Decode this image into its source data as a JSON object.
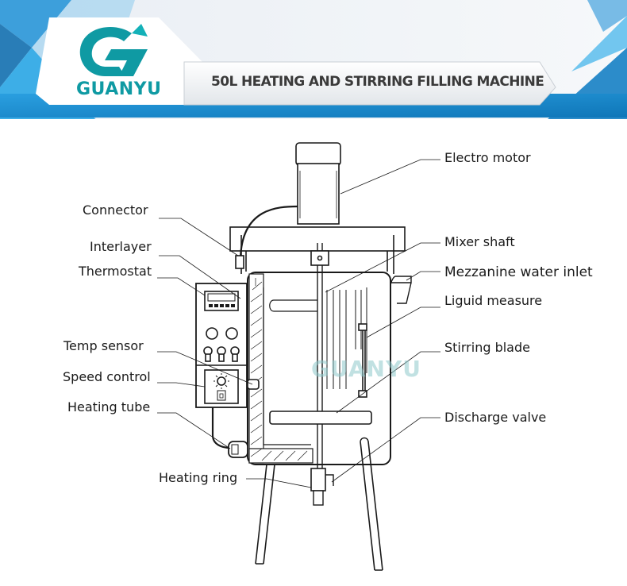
{
  "header": {
    "brand_name": "GUANYU",
    "title": "50L HEATING AND STIRRING FILLING MACHINE",
    "brand_color": "#0f9aa3",
    "banner_color": "#1b8fd0"
  },
  "watermark": {
    "brand_name": "GUANYU"
  },
  "diagram": {
    "labels_left": [
      "Connector",
      "Interlayer",
      "Thermostat",
      "Temp sensor",
      "Speed control",
      "Heating tube",
      "Heating ring"
    ],
    "labels_right": [
      "Electro motor",
      "Mixer shaft",
      "Mezzanine water inlet",
      "Liguid measure",
      "Stirring blade",
      "Discharge valve"
    ]
  }
}
